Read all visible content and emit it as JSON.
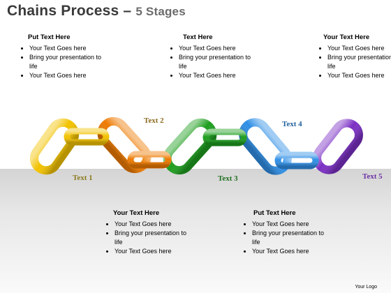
{
  "title": {
    "main": "Chains Process –",
    "sub": "5 Stages"
  },
  "text_blocks": [
    {
      "heading": "Put Text Here",
      "bullets": [
        "Your Text Goes here",
        "Bring your presentation to life",
        "Your Text Goes here"
      ]
    },
    {
      "heading": "Text Here",
      "bullets": [
        "Your Text Goes here",
        "Bring your presentation to life",
        "Your Text Goes here"
      ]
    },
    {
      "heading": "Your Text Here",
      "bullets": [
        "Your Text Goes here",
        "Bring your presentation to life",
        "Your Text Goes here"
      ]
    },
    {
      "heading": "Your Text Here",
      "bullets": [
        "Your Text Goes here",
        "Bring your presentation to life",
        "Your Text Goes here"
      ]
    },
    {
      "heading": "Put Text Here",
      "bullets": [
        "Your Text Goes here",
        "Bring your presentation to life",
        "Your Text Goes here"
      ]
    }
  ],
  "stages": [
    {
      "label": "Text 1",
      "color": "#f2c200",
      "label_color": "#8c7a1e"
    },
    {
      "label": "Text 2",
      "color": "#ee7a00",
      "label_color": "#8c6a1e"
    },
    {
      "label": "Text 3",
      "color": "#1e9e1e",
      "label_color": "#1f6f1f"
    },
    {
      "label": "Text 4",
      "color": "#2f8fe6",
      "label_color": "#1f5f9a"
    },
    {
      "label": "Text 5",
      "color": "#7b2fc4",
      "label_color": "#6a2fa6"
    }
  ],
  "logo": "Your Logo"
}
